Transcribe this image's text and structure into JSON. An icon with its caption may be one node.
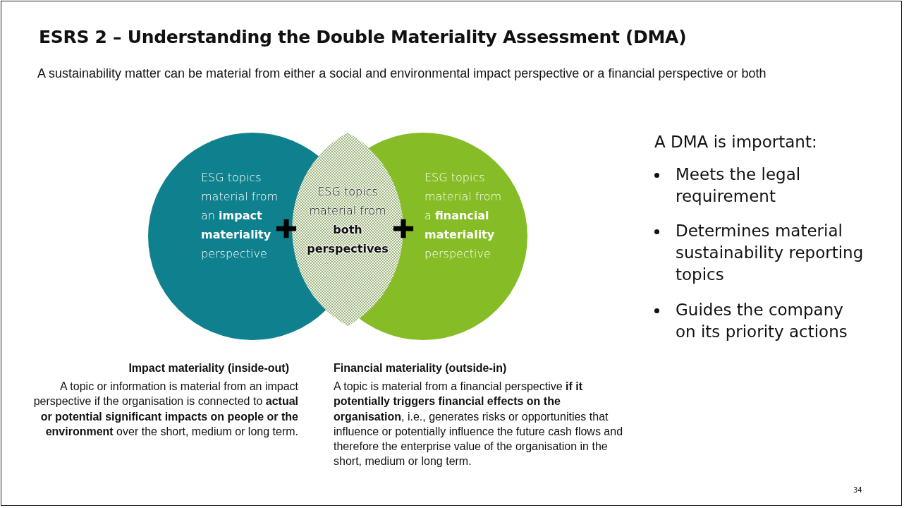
{
  "diagram": {
    "title": "ESRS 2 – Understanding the Double Materiality Assessment (DMA)",
    "nodes": [
      {
        "text": [
          "ESG topics material from an **impact materiality** perspective"
        ]
      },
      {
        "text": [
          "ESG topics material from **both perspectives**"
        ]
      },
      {
        "text": [
          "ESG topics material from a **financial materiality** perspective"
        ]
      }
    ],
    "edges": [],
    "labels": [
      "A sustainability matter can be material from either a social and environmental impact perspective or a financial perspective or both",
      "A DMA is important:",
      "Meets the legal requirement",
      "Determines material sustainability reporting topics",
      "Guides the company on its priority actions",
      "Impact materiality (inside-out)",
      "A topic or information is material from an impact perspective if the organisation is connected to **actual or potential significant impacts on people or the environment** over the short, medium or long term.",
      "Financial materiality (outside-in)",
      "A topic is material from a financial perspective **if it potentially triggers financial effects on the organisation**, i.e., generates risks or opportunities that influence or potentially influence the future cash flows and therefore the enterprise value of the organisation in the short, medium or long term.",
      "34"
    ]
  }
}
